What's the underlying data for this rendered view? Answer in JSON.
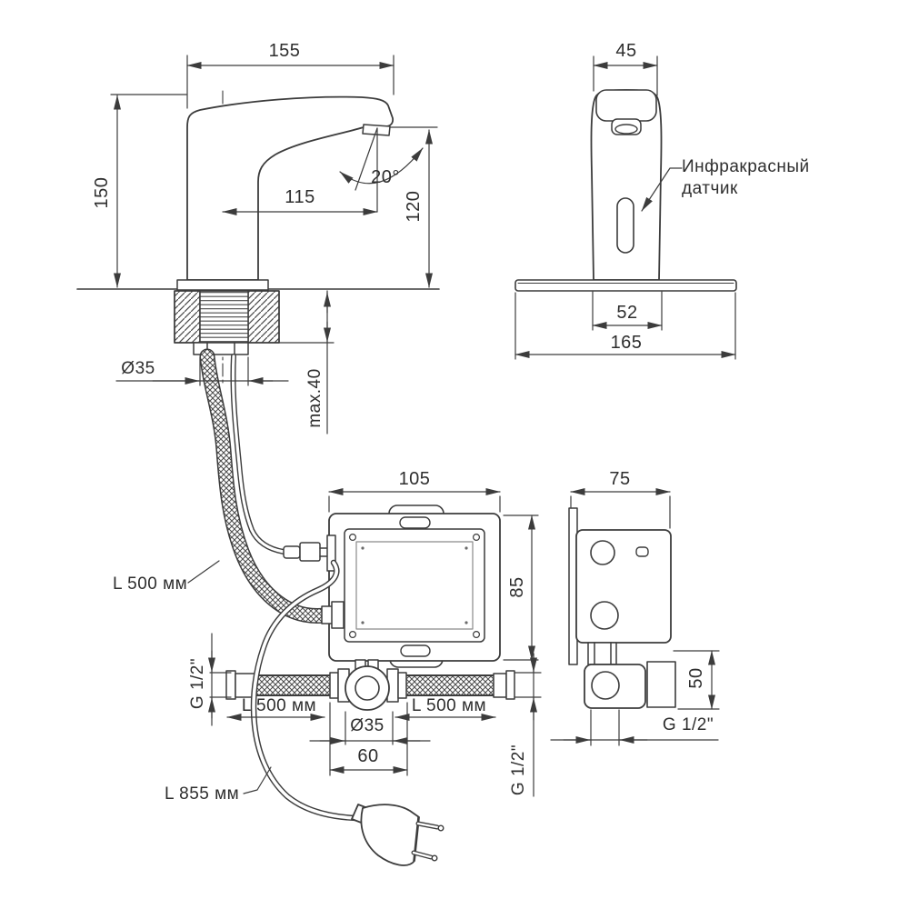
{
  "title": "Sensor faucet installation drawing",
  "colors": {
    "line": "#3c3c3c",
    "background": "#ffffff",
    "text": "#2e2e2e"
  },
  "labels": {
    "side_width": "155",
    "side_height": "150",
    "spout_reach": "115",
    "spout_angle": "20°",
    "spout_height": "120",
    "hole_diameter": "Ø35",
    "max_thickness": "max.40",
    "front_head_width": "45",
    "front_body_width": "52",
    "front_plate_width": "165",
    "sensor_line1": "Инфракрасный",
    "sensor_line2": "датчик",
    "faucet_hose_length": "L 500 мм",
    "box_width": "105",
    "box_height": "85",
    "hose_left_length": "L 500 мм",
    "hose_right_length": "L 500 мм",
    "thread_left": "G 1/2\"",
    "thread_right": "G 1/2\"",
    "tee_diameter": "Ø35",
    "tee_width": "60",
    "power_cable_length": "L 855 мм",
    "box_side_width": "75",
    "valve_height": "50",
    "valve_thread": "G 1/2\""
  }
}
